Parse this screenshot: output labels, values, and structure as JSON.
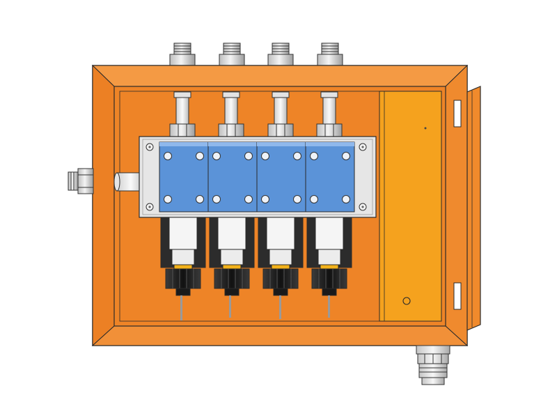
{
  "colors": {
    "background": "#ffffff",
    "enclosure_outer": "#f08a2c",
    "enclosure_bevel": "#f49a44",
    "enclosure_inner": "#ee8427",
    "door_panel": "#f5a21e",
    "manifold_plate": "#e6e6e6",
    "valve_blue": "#5b93d8",
    "valve_blue_light": "#8fb8ec",
    "fitting_light": "#e9e9e9",
    "coil_dark": "#202020",
    "accent_yellow": "#f3b21a",
    "outline": "#2a2a2a"
  },
  "components": {
    "enclosure": "electrical-cabinet-enclosure",
    "valves": [
      {
        "id": "valve-1",
        "icon": "solenoid-valve-icon"
      },
      {
        "id": "valve-2",
        "icon": "solenoid-valve-icon"
      },
      {
        "id": "valve-3",
        "icon": "solenoid-valve-icon"
      },
      {
        "id": "valve-4",
        "icon": "solenoid-valve-icon"
      }
    ],
    "top_fittings": 4,
    "side_fitting": "pneumatic-fitting-icon",
    "cable_gland": "cable-gland-icon",
    "hinge": "door-hinge-icon"
  }
}
